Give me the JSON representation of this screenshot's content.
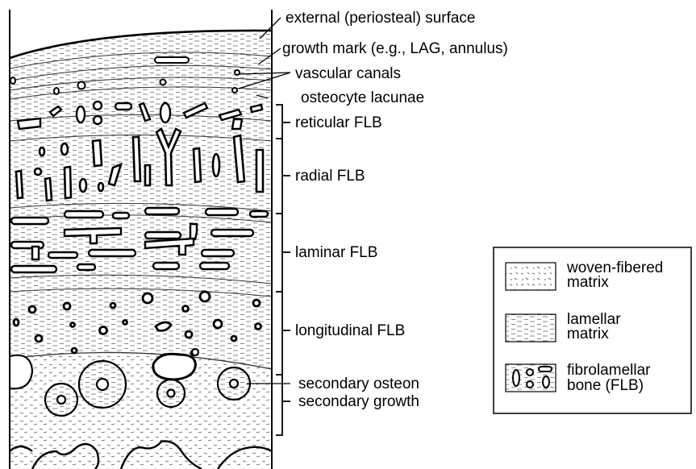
{
  "labels": {
    "external_surface": "external (periosteal) surface",
    "growth_mark": "growth mark (e.g., LAG, annulus)",
    "vascular_canals": "vascular canals",
    "osteocyte_lacunae": "osteocyte lacunae",
    "reticular": "reticular FLB",
    "radial": "radial FLB",
    "laminar": "laminar FLB",
    "longitudinal": "longitudinal FLB",
    "secondary_osteon": "secondary osteon",
    "secondary_growth": "secondary growth"
  },
  "legend": {
    "woven_1": "woven-fibered",
    "woven_2": "matrix",
    "lamellar_1": "lamellar",
    "lamellar_2": "matrix",
    "fibrolamellar_1": "fibrolamellar",
    "fibrolamellar_2": "bone (FLB)"
  }
}
